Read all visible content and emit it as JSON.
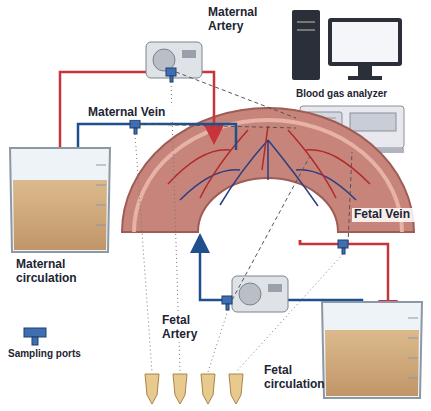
{
  "diagram": {
    "nodes": [
      {
        "text": [
          "Maternal circulation"
        ]
      },
      {
        "text": [
          "Blood gas analyzer"
        ]
      },
      {
        "text": [
          "Fetal circulation"
        ]
      }
    ],
    "labels": [
      "Maternal Artery",
      "Maternal Vein",
      "Fetal Vein",
      "Fetal Artery",
      "Sampling ports"
    ]
  }
}
